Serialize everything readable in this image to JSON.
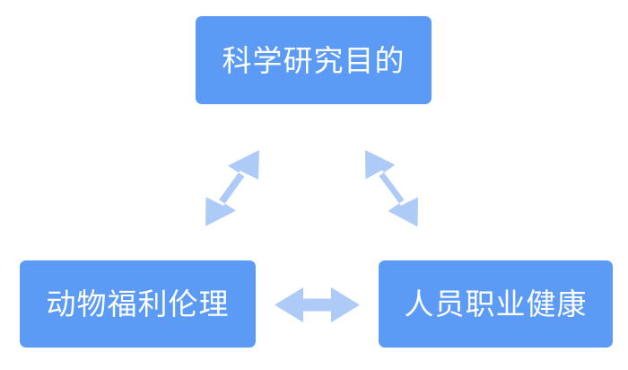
{
  "diagram": {
    "title": "",
    "type": "triangular-relationship",
    "background_color": "#ffffff",
    "node_fill_color": "#5b9bf5",
    "node_text_color": "#ffffff",
    "arrow_fill_color": "#aecbf8",
    "nodes": [
      {
        "id": "research-purpose",
        "label": "科学研究目的",
        "position": "top"
      },
      {
        "id": "animal-welfare",
        "label": "动物福利伦理",
        "position": "bottom-left"
      },
      {
        "id": "occupational-health",
        "label": "人员职业健康",
        "position": "bottom-right"
      }
    ],
    "connectors": [
      {
        "id": "arrow-welfare-purpose",
        "from": "animal-welfare",
        "to": "research-purpose",
        "style": "double-headed",
        "orientation": "diagonal-up-right"
      },
      {
        "id": "arrow-purpose-health",
        "from": "research-purpose",
        "to": "occupational-health",
        "style": "double-headed",
        "orientation": "diagonal-down-right"
      },
      {
        "id": "arrow-welfare-health",
        "from": "animal-welfare",
        "to": "occupational-health",
        "style": "double-headed",
        "orientation": "horizontal"
      }
    ]
  }
}
